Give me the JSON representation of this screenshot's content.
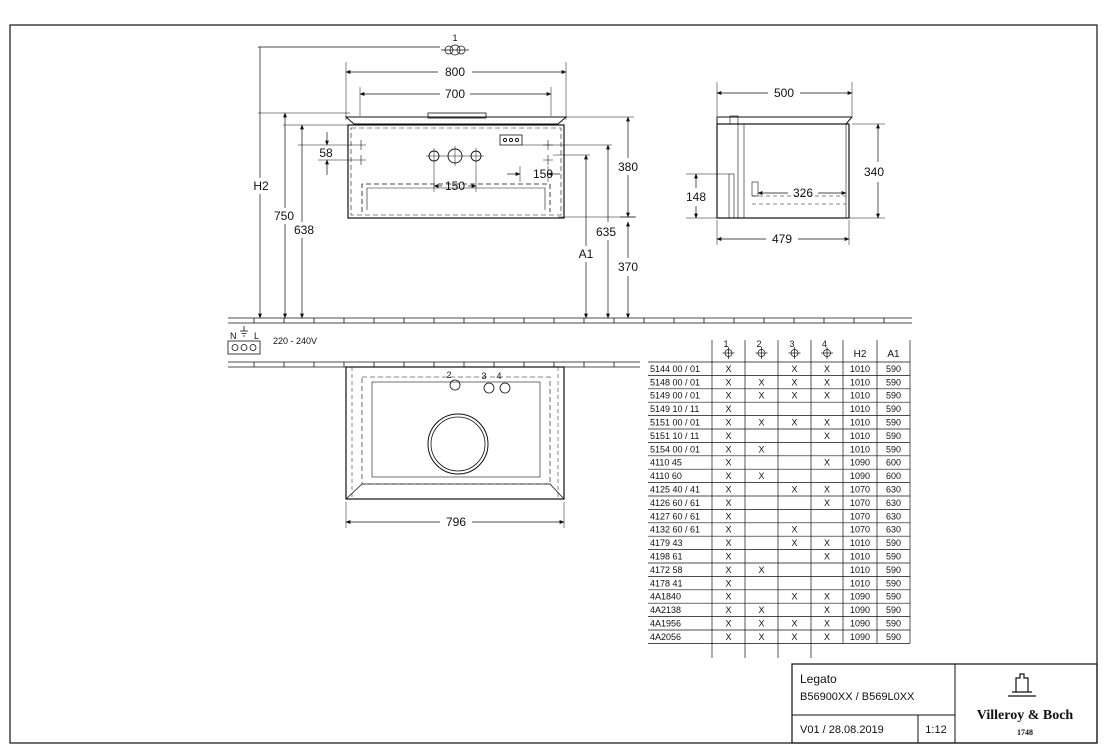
{
  "dimensions": {
    "marker": "1",
    "width_800": "800",
    "width_700": "700",
    "side_500": "500",
    "h2": "H2",
    "h750": "750",
    "h638": "638",
    "h58": "58",
    "h380": "380",
    "w150a": "150",
    "w150b": "150",
    "a1": "A1",
    "h635": "635",
    "h370": "370",
    "h340": "340",
    "h148": "148",
    "w326": "326",
    "w479": "479",
    "w796": "796"
  },
  "electrical": {
    "labels": [
      "N",
      "L"
    ],
    "voltage": "220 - 240V"
  },
  "plan_markers": [
    "2",
    "3",
    "4"
  ],
  "table": {
    "tap_headers": [
      "1",
      "2",
      "3",
      "4"
    ],
    "col_headers": [
      "H2",
      "A1"
    ],
    "rows": [
      {
        "code": "5144 00 / 01",
        "c1": "X",
        "c2": "",
        "c3": "X",
        "c4": "X",
        "h2": "1010",
        "a1": "590"
      },
      {
        "code": "5148 00 / 01",
        "c1": "X",
        "c2": "X",
        "c3": "X",
        "c4": "X",
        "h2": "1010",
        "a1": "590"
      },
      {
        "code": "5149 00 / 01",
        "c1": "X",
        "c2": "X",
        "c3": "X",
        "c4": "X",
        "h2": "1010",
        "a1": "590"
      },
      {
        "code": "5149 10 / 11",
        "c1": "X",
        "c2": "",
        "c3": "",
        "c4": "",
        "h2": "1010",
        "a1": "590"
      },
      {
        "code": "5151 00 / 01",
        "c1": "X",
        "c2": "X",
        "c3": "X",
        "c4": "X",
        "h2": "1010",
        "a1": "590"
      },
      {
        "code": "5151 10 / 11",
        "c1": "X",
        "c2": "",
        "c3": "",
        "c4": "X",
        "h2": "1010",
        "a1": "590"
      },
      {
        "code": "5154 00 / 01",
        "c1": "X",
        "c2": "X",
        "c3": "",
        "c4": "",
        "h2": "1010",
        "a1": "590"
      },
      {
        "code": "4110 45",
        "c1": "X",
        "c2": "",
        "c3": "",
        "c4": "X",
        "h2": "1090",
        "a1": "600"
      },
      {
        "code": "4110 60",
        "c1": "X",
        "c2": "X",
        "c3": "",
        "c4": "",
        "h2": "1090",
        "a1": "600"
      },
      {
        "code": "4125 40 / 41",
        "c1": "X",
        "c2": "",
        "c3": "X",
        "c4": "X",
        "h2": "1070",
        "a1": "630"
      },
      {
        "code": "4126 60 / 61",
        "c1": "X",
        "c2": "",
        "c3": "",
        "c4": "X",
        "h2": "1070",
        "a1": "630"
      },
      {
        "code": "4127 60 / 61",
        "c1": "X",
        "c2": "",
        "c3": "",
        "c4": "",
        "h2": "1070",
        "a1": "630"
      },
      {
        "code": "4132 60 / 61",
        "c1": "X",
        "c2": "",
        "c3": "X",
        "c4": "",
        "h2": "1070",
        "a1": "630"
      },
      {
        "code": "4179 43",
        "c1": "X",
        "c2": "",
        "c3": "X",
        "c4": "X",
        "h2": "1010",
        "a1": "590"
      },
      {
        "code": "4198 61",
        "c1": "X",
        "c2": "",
        "c3": "",
        "c4": "X",
        "h2": "1010",
        "a1": "590"
      },
      {
        "code": "4172 58",
        "c1": "X",
        "c2": "X",
        "c3": "",
        "c4": "",
        "h2": "1010",
        "a1": "590"
      },
      {
        "code": "4178 41",
        "c1": "X",
        "c2": "",
        "c3": "",
        "c4": "",
        "h2": "1010",
        "a1": "590"
      },
      {
        "code": "4A1840",
        "c1": "X",
        "c2": "",
        "c3": "X",
        "c4": "X",
        "h2": "1090",
        "a1": "590"
      },
      {
        "code": "4A2138",
        "c1": "X",
        "c2": "X",
        "c3": "",
        "c4": "X",
        "h2": "1090",
        "a1": "590"
      },
      {
        "code": "4A1956",
        "c1": "X",
        "c2": "X",
        "c3": "X",
        "c4": "X",
        "h2": "1090",
        "a1": "590"
      },
      {
        "code": "4A2056",
        "c1": "X",
        "c2": "X",
        "c3": "X",
        "c4": "X",
        "h2": "1090",
        "a1": "590"
      }
    ]
  },
  "title_block": {
    "product": "Legato",
    "codes": "B56900XX / B569L0XX",
    "version": "V01 / 28.08.2019",
    "scale": "1:12",
    "brand": "Villeroy & Boch",
    "year": "1748"
  }
}
